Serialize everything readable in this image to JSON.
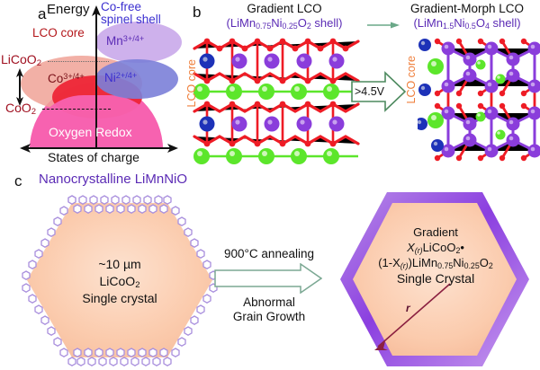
{
  "figure": {
    "panels": [
      "a",
      "b",
      "c"
    ]
  },
  "panel_a": {
    "letter": "a",
    "y_axis_label": "Energy",
    "x_axis_label": "States of charge",
    "core_label": "LCO core",
    "shell_label_line1": "Co-free",
    "shell_label_line2": "spinel shell",
    "left_labels": [
      {
        "name": "licoo2",
        "text": "LiCoO",
        "sub": "2"
      },
      {
        "name": "coo2",
        "text": "CoO",
        "sub": "2"
      }
    ],
    "bands": [
      {
        "name": "mn-band",
        "label": "Mn",
        "sup": "3+/4+",
        "color": "#c9a8ea"
      },
      {
        "name": "ni-band",
        "label": "Ni",
        "sup": "2+/4+",
        "color": "#7b7fd8"
      },
      {
        "name": "co-band",
        "label": "Co",
        "sup": "3+/4+",
        "color": "#f0a296"
      },
      {
        "name": "oxygen-redox-band",
        "label": "Oxygen Redox",
        "sup": "",
        "color": "#f762b0"
      }
    ],
    "colors": {
      "core_text": "#b4171b",
      "shell_text": "#3b2fd0",
      "axis": "#111111",
      "left_label": "#a01020"
    }
  },
  "panel_b": {
    "letter": "b",
    "left_structure": {
      "title": "Gradient LCO",
      "formula_prefix": "(LiMn",
      "formula_sub1": "0.75",
      "formula_mid": "Ni",
      "formula_sub2": "0.25",
      "formula_suffix": "O",
      "formula_sub3": "2",
      "formula_end": " shell)",
      "core_label": "LCO core"
    },
    "right_structure": {
      "title": "Gradient-Morph LCO",
      "formula_prefix": "(LiMn",
      "formula_sub1": "1.5",
      "formula_mid": "Ni",
      "formula_sub2": "0.5",
      "formula_suffix": "O",
      "formula_sub3": "4",
      "formula_end": " shell)",
      "core_label": "LCO core"
    },
    "transition_arrow_label": ">4.5V",
    "atom_legend": [
      {
        "name": "oxygen",
        "color": "#ee1c25"
      },
      {
        "name": "lithium",
        "color": "#5ce62b"
      },
      {
        "name": "manganese",
        "color": "#8a3ddb"
      },
      {
        "name": "nickel",
        "color": "#1d32b8"
      }
    ]
  },
  "panel_c": {
    "letter": "c",
    "title": "Nanocrystalline LiMnNiO",
    "left_hexagon": {
      "line1": "~10 µm",
      "line2_text": "LiCoO",
      "line2_sub": "2",
      "line3": "Single crystal",
      "fill_color": "#fac9ac",
      "shell_color": "#b09ae0"
    },
    "process_arrow": {
      "label_above": "900°C annealing",
      "label_below_line1": "Abnormal",
      "label_below_line2": "Grain Growth",
      "color": "#7ba893"
    },
    "right_hexagon": {
      "line1": "Gradient",
      "line2_a": "X",
      "line2_sub": "(r)",
      "line2_b": "LiCoO",
      "line2_sub2": "2",
      "line2_c": "•",
      "line3_a": "(1-X",
      "line3_sub": "(r)",
      "line3_b": ")LiMn",
      "line3_sub2": "0.75",
      "line3_c": "Ni",
      "line3_sub3": "0.25",
      "line3_d": "O",
      "line3_sub4": "2",
      "line4": "Single Crystal",
      "radius_label": "r",
      "fill_color": "#fac9ac",
      "border_color": "#9b59e0"
    }
  }
}
